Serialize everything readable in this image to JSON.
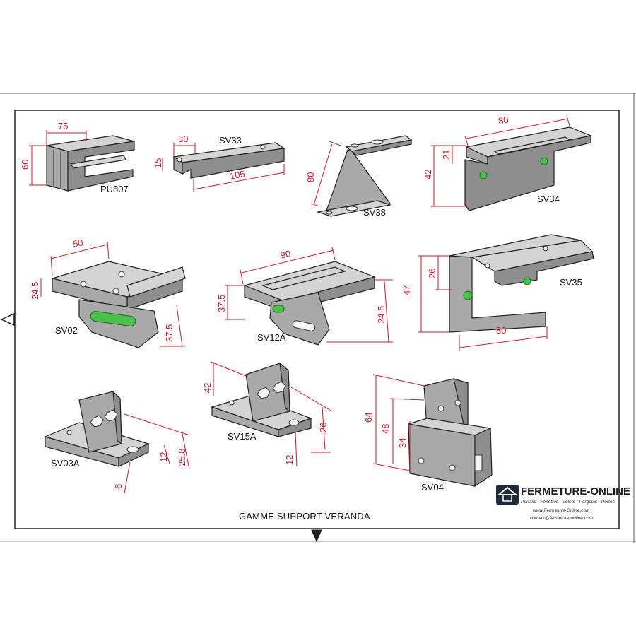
{
  "sheet_title": "GAMME SUPPORT VERANDA",
  "parts": [
    {
      "id": "PU807",
      "dims": [
        "75",
        "60"
      ]
    },
    {
      "id": "SV33",
      "dims": [
        "30",
        "15",
        "105"
      ]
    },
    {
      "id": "SV38",
      "dims": [
        "80"
      ]
    },
    {
      "id": "SV34",
      "dims": [
        "80",
        "21",
        "42"
      ]
    },
    {
      "id": "SV02",
      "dims": [
        "50",
        "24.5",
        "37.5"
      ]
    },
    {
      "id": "SV12A",
      "dims": [
        "90",
        "37.5",
        "24.5"
      ]
    },
    {
      "id": "SV35",
      "dims": [
        "26",
        "47",
        "80"
      ]
    },
    {
      "id": "SV03A",
      "dims": [
        "12",
        "25.8",
        "6"
      ]
    },
    {
      "id": "SV15A",
      "dims": [
        "42",
        "26",
        "12"
      ]
    },
    {
      "id": "SV04",
      "dims": [
        "64",
        "48",
        "34"
      ]
    }
  ],
  "brand": {
    "name": "FERMETURE-ONLINE",
    "tagline": "Portails - Fenêtres - Volets - Pergolas - Portes",
    "website": "www.Fermeture-Online.com",
    "email": "contact@fermeture-online.com"
  },
  "colors": {
    "dimension": "#d11a2a",
    "highlight_hole": "#49c24a",
    "metal": "#a9a9a9"
  }
}
